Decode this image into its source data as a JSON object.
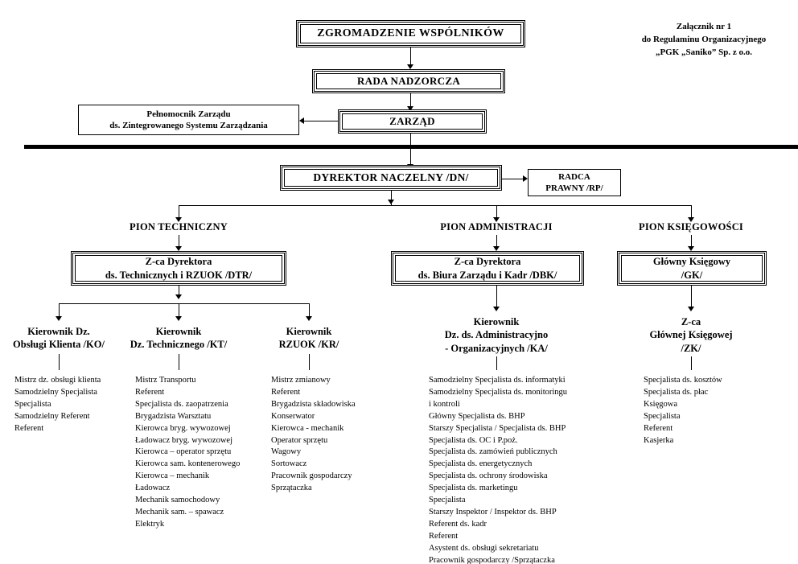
{
  "document": {
    "header_note": "Załącznik nr 1\ndo Regulaminu Organizacyjnego\n„PGK „Saniko” Sp. z o.o."
  },
  "top_structure": {
    "assembly": "ZGROMADZENIE WSPÓLNIKÓW",
    "supervisory_board": "RADA NADZORCZA",
    "management_board": "ZARZĄD",
    "proxy": "Pełnomocnik Zarządu\nds. Zintegrowanego Systemu Zarządzania"
  },
  "executive": {
    "director": "DYREKTOR NACZELNY  /DN/",
    "legal_counsel": "RADCA\nPRAWNY  /RP/"
  },
  "divisions": [
    {
      "label": "PION TECHNICZNY"
    },
    {
      "label": "PION ADMINISTRACJI"
    },
    {
      "label": "PION  KSIĘGOWOŚCI"
    }
  ],
  "deputies": [
    {
      "label": "Z-ca Dyrektora\nds. Technicznych i RZUOK /DTR/"
    },
    {
      "label": "Z-ca Dyrektora\nds. Biura Zarządu i Kadr /DBK/"
    },
    {
      "label": "Główny Księgowy\n/GK/"
    }
  ],
  "units": [
    {
      "title": "Kierownik Dz.\nObsługi Klienta /KO/",
      "positions": [
        "Mistrz dz. obsługi klienta",
        "Samodzielny Specjalista",
        "Specjalista",
        "Samodzielny Referent",
        "Referent"
      ]
    },
    {
      "title": "Kierownik\nDz. Technicznego /KT/",
      "positions": [
        "Mistrz Transportu",
        "Referent",
        "Specjalista ds. zaopatrzenia",
        "Brygadzista Warsztatu",
        "Kierowca bryg. wywozowej",
        "Ładowacz bryg. wywozowej",
        "Kierowca – operator sprzętu",
        "Kierowca sam. kontenerowego",
        "Kierowca – mechanik",
        "Ładowacz",
        "Mechanik samochodowy",
        "Mechanik sam. – spawacz",
        "Elektryk"
      ]
    },
    {
      "title": "Kierownik\nRZUOK /KR/",
      "positions": [
        "Mistrz zmianowy",
        "Referent",
        "Brygadzista składowiska",
        "Konserwator",
        "Kierowca - mechanik",
        "Operator sprzętu",
        "Wagowy",
        "Sortowacz",
        "Pracownik gospodarczy",
        "Sprzątaczka"
      ]
    },
    {
      "title": "Kierownik\nDz. ds.  Administracyjno\n- Organizacyjnych /KA/",
      "positions": [
        "Samodzielny Specjalista ds. informatyki",
        "Samodzielny Specjalista ds. monitoringu",
        "i kontroli",
        "Główny Specjalista ds. BHP",
        "Starszy Specjalista / Specjalista ds. BHP",
        "Specjalista ds. OC i P.poż.",
        "Specjalista ds. zamówień publicznych",
        "Specjalista ds. energetycznych",
        "Specjalista ds. ochrony środowiska",
        "Specjalista ds. marketingu",
        "Specjalista",
        "Starszy Inspektor / Inspektor ds. BHP",
        "Referent ds. kadr",
        "Referent",
        "Asystent ds. obsługi sekretariatu",
        "Pracownik gospodarczy /Sprzątaczka"
      ]
    },
    {
      "title": "Z-ca\nGłównej Księgowej\n/ZK/",
      "positions": [
        "Specjalista ds. kosztów",
        "Specjalista ds. płac",
        "Księgowa",
        "Specjalista",
        "Referent",
        "Kasjerka"
      ]
    }
  ]
}
